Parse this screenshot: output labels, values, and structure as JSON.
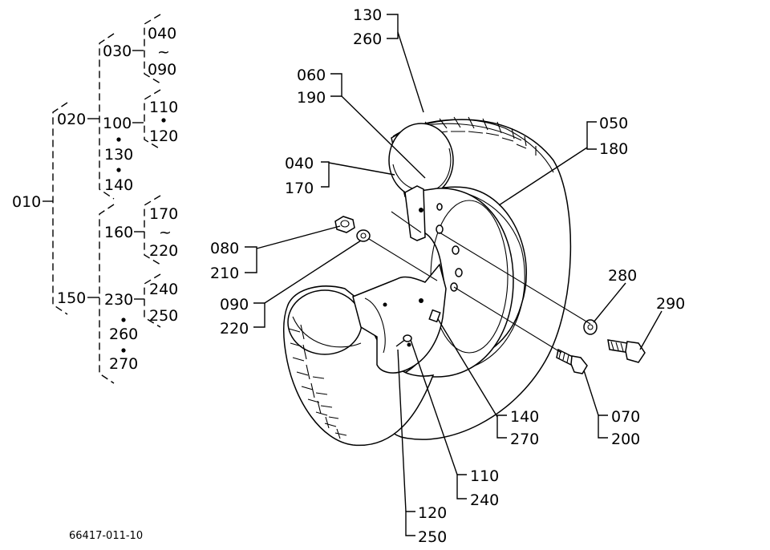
{
  "tree": {
    "root": "010",
    "assy1": "020",
    "assy2": "150",
    "n030": "030",
    "n040": "040",
    "n090": "090",
    "n100": "100",
    "n110": "110",
    "n120": "120",
    "n130": "130",
    "n140": "140",
    "n160": "160",
    "n170": "170",
    "n220": "220",
    "n230": "230",
    "n240": "240",
    "n250": "250",
    "n260": "260",
    "n270": "270",
    "tilde": "~"
  },
  "callouts": {
    "c130": "130",
    "c260": "260",
    "c060": "060",
    "c190": "190",
    "c040": "040",
    "c170": "170",
    "c050": "050",
    "c180": "180",
    "c080": "080",
    "c210": "210",
    "c090": "090",
    "c220": "220",
    "c280": "280",
    "c290": "290",
    "c070": "070",
    "c200": "200",
    "c140": "140",
    "c270": "270",
    "c110": "110",
    "c240": "240",
    "c120": "120",
    "c250": "250"
  },
  "figure_code": "66417-011-10"
}
